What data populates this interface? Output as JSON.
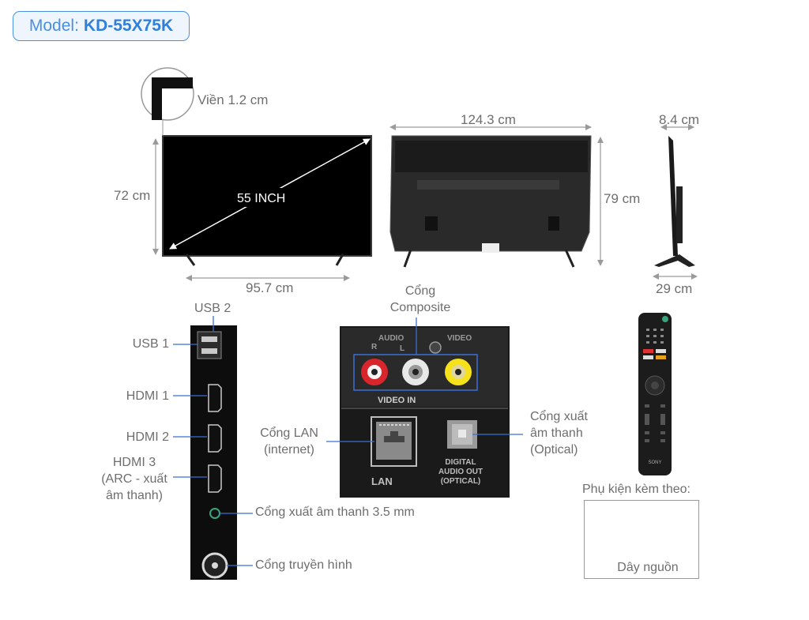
{
  "model": {
    "label": "Model:",
    "value": "KD-55X75K"
  },
  "dimensions": {
    "bezel": "Viền 1.2 cm",
    "diagonal": "55 INCH",
    "height_no_stand": "72 cm",
    "width_screen": "95.7 cm",
    "width_total": "124.3 cm",
    "height_total": "79 cm",
    "depth_top": "8.4 cm",
    "depth_stand": "29 cm"
  },
  "side_ports": {
    "usb2": "USB 2",
    "usb1": "USB 1",
    "hdmi1": "HDMI 1",
    "hdmi2": "HDMI 2",
    "hdmi3_line1": "HDMI 3",
    "hdmi3_line2": "(ARC - xuất",
    "hdmi3_line3": "âm thanh)",
    "audio_35": "Cổng xuất âm thanh 3.5 mm",
    "antenna": "Cổng truyền hình"
  },
  "back_panel": {
    "composite_line1": "Cổng",
    "composite_line2": "Composite",
    "lan_line1": "Cổng LAN",
    "lan_line2": "(internet)",
    "optical_line1": "Cổng xuất",
    "optical_line2": "âm thanh",
    "optical_line3": "(Optical)",
    "print_audio": "AUDIO",
    "print_r": "R",
    "print_l": "L",
    "print_video": "VIDEO",
    "print_video_in": "VIDEO IN",
    "print_lan": "LAN",
    "print_digital1": "DIGITAL",
    "print_digital2": "AUDIO OUT",
    "print_digital3": "(OPTICAL)"
  },
  "remote": {
    "brand": "SONY"
  },
  "accessories": {
    "title": "Phụ kiện kèm theo:",
    "power_cord": "Dây nguồn"
  },
  "colors": {
    "accent": "#2f7fdc",
    "badge_bg": "#eef5fd",
    "rca_red": "#d9262c",
    "rca_white": "#f2f2f2",
    "rca_yellow": "#f5e21a",
    "highlight": "#3b6fd4"
  }
}
